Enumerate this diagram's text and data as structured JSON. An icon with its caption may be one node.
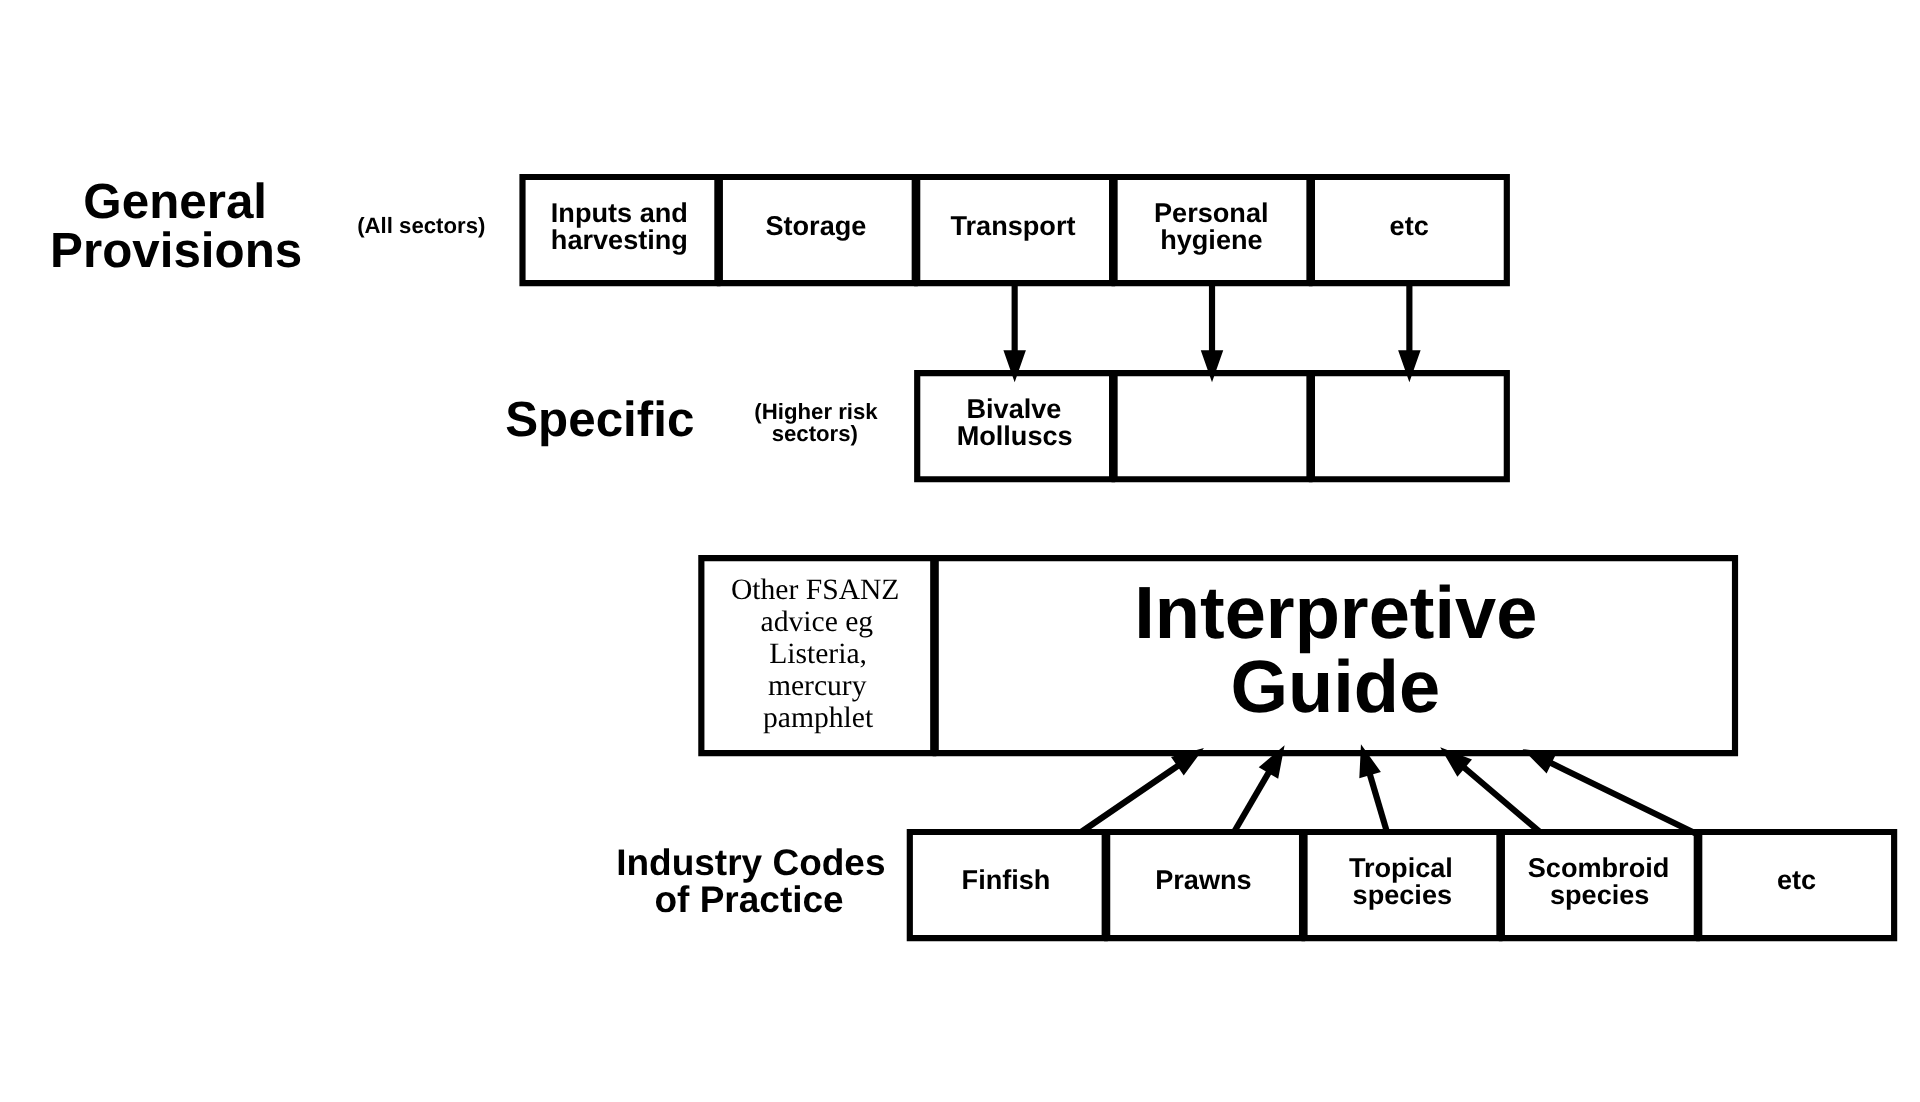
{
  "diagram": {
    "nodes": [
      {
        "text": [
          "Inputs and harvesting"
        ]
      },
      {
        "text": [
          "Storage"
        ]
      },
      {
        "text": [
          "Transport"
        ]
      },
      {
        "text": [
          "Personal hygiene"
        ]
      },
      {
        "text": [
          "etc"
        ]
      },
      {
        "text": [
          "Bivalve Molluscs"
        ]
      },
      {
        "text": [],
        "shape": "box"
      },
      {
        "text": [],
        "shape": "box"
      },
      {
        "text": [
          "Other FSANZ advice eg Listeria, mercury pamphlet"
        ]
      },
      {
        "text": [
          "Interpretive Guide"
        ]
      },
      {
        "text": [
          "Finfish"
        ]
      },
      {
        "text": [
          "Prawns"
        ]
      },
      {
        "text": [
          "Tropical species"
        ]
      },
      {
        "text": [
          "Scombroid species"
        ]
      },
      {
        "text": [
          "etc"
        ]
      }
    ],
    "edges": [
      {
        "from": 2,
        "to": 5,
        "arrow": "to"
      },
      {
        "from": 3,
        "to": 6,
        "arrow": "to"
      },
      {
        "from": 4,
        "to": 7,
        "arrow": "to"
      },
      {
        "from": 10,
        "to": 9,
        "arrow": "to"
      },
      {
        "from": 11,
        "to": 9,
        "arrow": "to"
      },
      {
        "from": 12,
        "to": 9,
        "arrow": "to"
      },
      {
        "from": 13,
        "to": 9,
        "arrow": "to"
      },
      {
        "from": 14,
        "to": 9,
        "arrow": "to"
      }
    ],
    "labels": [
      "General Provisions",
      "(All sectors)",
      "Specific",
      "(Higher risk sectors)",
      "Industry Codes of Practice"
    ]
  }
}
